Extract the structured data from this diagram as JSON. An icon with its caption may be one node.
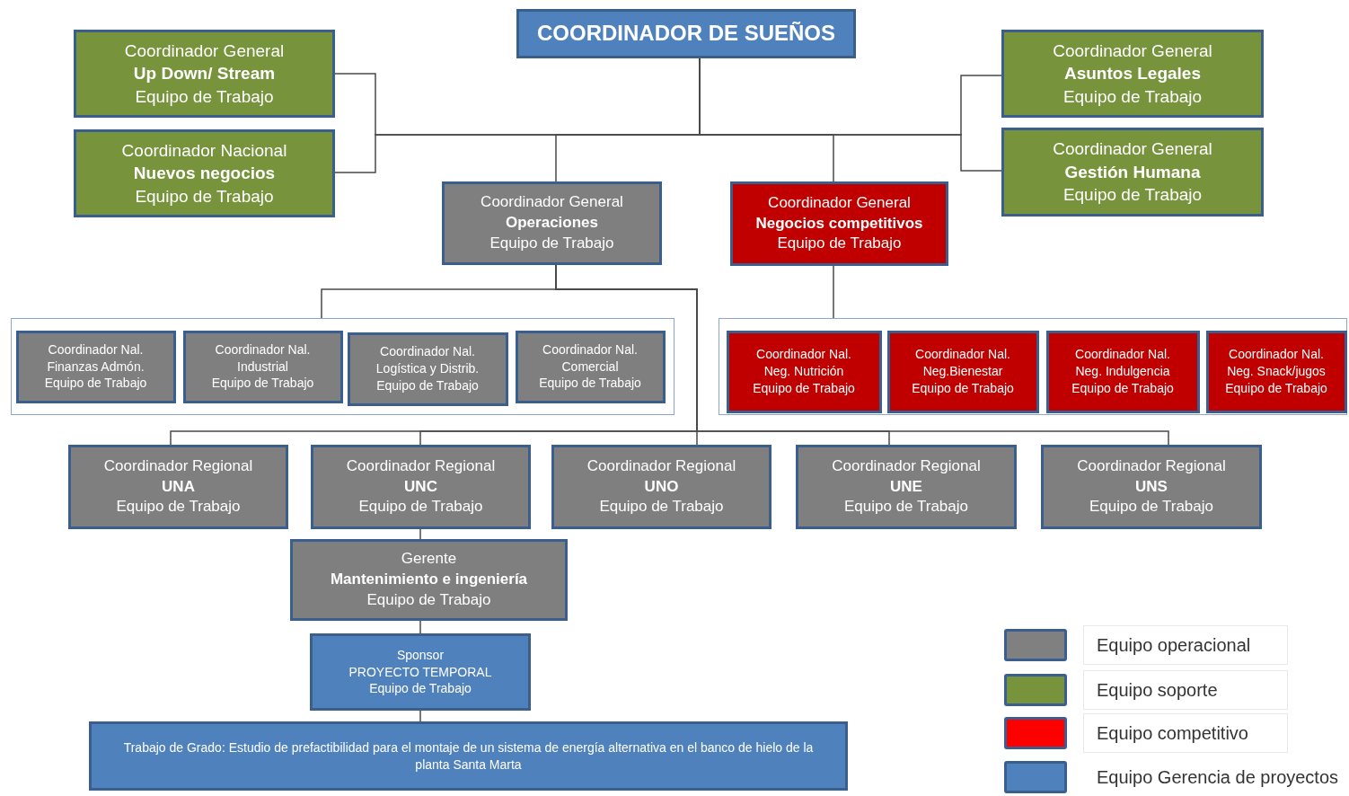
{
  "diagram": {
    "nodes": [
      {
        "text": [
          "COORDINADOR DE SUEÑOS"
        ]
      },
      {
        "text": [
          "Coordinador General",
          "Up Down/ Stream",
          "Equipo de Trabajo"
        ]
      },
      {
        "text": [
          "Coordinador Nacional",
          "Nuevos negocios",
          "Equipo de Trabajo"
        ]
      },
      {
        "text": [
          "Coordinador General",
          "Asuntos Legales",
          "Equipo de Trabajo"
        ]
      },
      {
        "text": [
          "Coordinador General",
          "Gestión Humana",
          "Equipo de Trabajo"
        ]
      },
      {
        "text": [
          "Coordinador General",
          "Operaciones",
          "Equipo de Trabajo"
        ]
      },
      {
        "text": [
          "Coordinador General",
          "Negocios competitivos",
          "Equipo de Trabajo"
        ]
      },
      {
        "text": [],
        "shape": "box"
      },
      {
        "text": [
          "Coordinador Nal.",
          "Finanzas Admón.",
          "Equipo de Trabajo"
        ],
        "in": 7
      },
      {
        "text": [
          "Coordinador Nal.",
          "Industrial",
          "Equipo de Trabajo"
        ],
        "in": 7
      },
      {
        "text": [
          "Coordinador Nal.",
          "Logística y Distrib.",
          "Equipo de Trabajo"
        ],
        "in": 7
      },
      {
        "text": [
          "Coordinador Nal.",
          "Comercial",
          "Equipo de Trabajo"
        ],
        "in": 7
      },
      {
        "text": [],
        "shape": "box"
      },
      {
        "text": [
          "Coordinador Nal.",
          "Neg. Nutrición",
          "Equipo de Trabajo"
        ],
        "in": 12
      },
      {
        "text": [
          "Coordinador Nal.",
          "Neg.Bienestar",
          "Equipo de Trabajo"
        ],
        "in": 12
      },
      {
        "text": [
          "Coordinador Nal.",
          "Neg. Indulgencia",
          "Equipo de Trabajo"
        ],
        "in": 12
      },
      {
        "text": [
          "Coordinador Nal.",
          "Neg. Snack/jugos",
          "Equipo de Trabajo"
        ],
        "in": 12
      },
      {
        "text": [
          "Coordinador Regional",
          "UNA",
          "Equipo de Trabajo"
        ]
      },
      {
        "text": [
          "Coordinador Regional",
          "UNC",
          "Equipo de Trabajo"
        ]
      },
      {
        "text": [
          "Coordinador Regional",
          "UNO",
          "Equipo de Trabajo"
        ]
      },
      {
        "text": [
          "Coordinador Regional",
          "UNE",
          "Equipo de Trabajo"
        ]
      },
      {
        "text": [
          "Coordinador Regional",
          "UNS",
          "Equipo de Trabajo"
        ]
      },
      {
        "text": [
          "Gerente",
          "Mantenimiento  e ingeniería",
          "Equipo de Trabajo"
        ]
      },
      {
        "text": [
          "Sponsor",
          "PROYECTO TEMPORAL",
          "Equipo de Trabajo"
        ]
      },
      {
        "text": [
          "Trabajo de Grado: Estudio de prefactibilidad para el montaje de un sistema de energía alternativa en el banco de hielo de la planta Santa Marta"
        ]
      }
    ],
    "edges": [
      {
        "from": 0,
        "to": 1,
        "arrow": "none"
      },
      {
        "from": 0,
        "to": 2,
        "arrow": "none"
      },
      {
        "from": 0,
        "to": 3,
        "arrow": "none"
      },
      {
        "from": 0,
        "to": 4,
        "arrow": "none"
      },
      {
        "from": 0,
        "to": 5,
        "arrow": "none"
      },
      {
        "from": 0,
        "to": 6,
        "arrow": "none"
      },
      {
        "from": 5,
        "to": 7,
        "arrow": "none"
      },
      {
        "from": 5,
        "to": 17,
        "arrow": "none"
      },
      {
        "from": 5,
        "to": 18,
        "arrow": "none"
      },
      {
        "from": 5,
        "to": 19,
        "arrow": "none"
      },
      {
        "from": 5,
        "to": 20,
        "arrow": "none"
      },
      {
        "from": 5,
        "to": 21,
        "arrow": "none"
      },
      {
        "from": 6,
        "to": 12,
        "arrow": "none"
      },
      {
        "from": 18,
        "to": 22,
        "arrow": "none"
      },
      {
        "from": 22,
        "to": 23,
        "arrow": "none"
      },
      {
        "from": 23,
        "to": 24,
        "arrow": "none"
      }
    ],
    "legend": [
      {
        "text": "Equipo operacional",
        "color": "#808080"
      },
      {
        "text": "Equipo soporte",
        "color": "#77933c"
      },
      {
        "text": "Equipo competitivo",
        "color": "#ff0000"
      },
      {
        "text": "Equipo Gerencia  de proyectos",
        "color": "#4f81bd"
      }
    ]
  }
}
